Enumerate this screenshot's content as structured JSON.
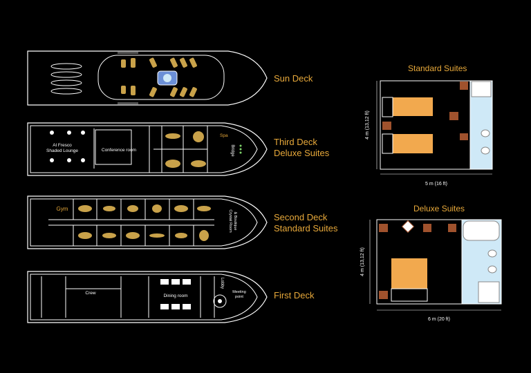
{
  "decks": [
    {
      "name": "Sun Deck"
    },
    {
      "name": "Third Deck",
      "subtitle": "Deluxe Suites"
    },
    {
      "name": "Second Deck",
      "subtitle": "Standard Suites"
    },
    {
      "name": "First Deck"
    }
  ],
  "rooms": {
    "al_fresco": "Al Fresco",
    "shaded_lounge": "Shaded Lounge",
    "conference": "Conference room",
    "spa": "Spa",
    "bridge": "Bridge",
    "gym": "Gym",
    "crystal_room": "Crystal Room",
    "boutique": "& Boutique",
    "crew": "Crew",
    "dining": "Dining room",
    "lobby": "Lobby",
    "meeting": "Meeting",
    "point": "point"
  },
  "suites": {
    "standard": {
      "title": "Standard Suites",
      "width_label": "5 m (16 ft)",
      "height_label": "4 m (13,12 ft)"
    },
    "deluxe": {
      "title": "Deluxe Suites",
      "width_label": "6 m (20 ft)",
      "height_label": "4 m (13,12 ft)"
    }
  },
  "colors": {
    "accent": "#e8a93a",
    "gold_icon": "#c9a24a",
    "bed": "#f2a94e",
    "furniture": "#a0522d",
    "bathroom": "#cfe9f7"
  }
}
